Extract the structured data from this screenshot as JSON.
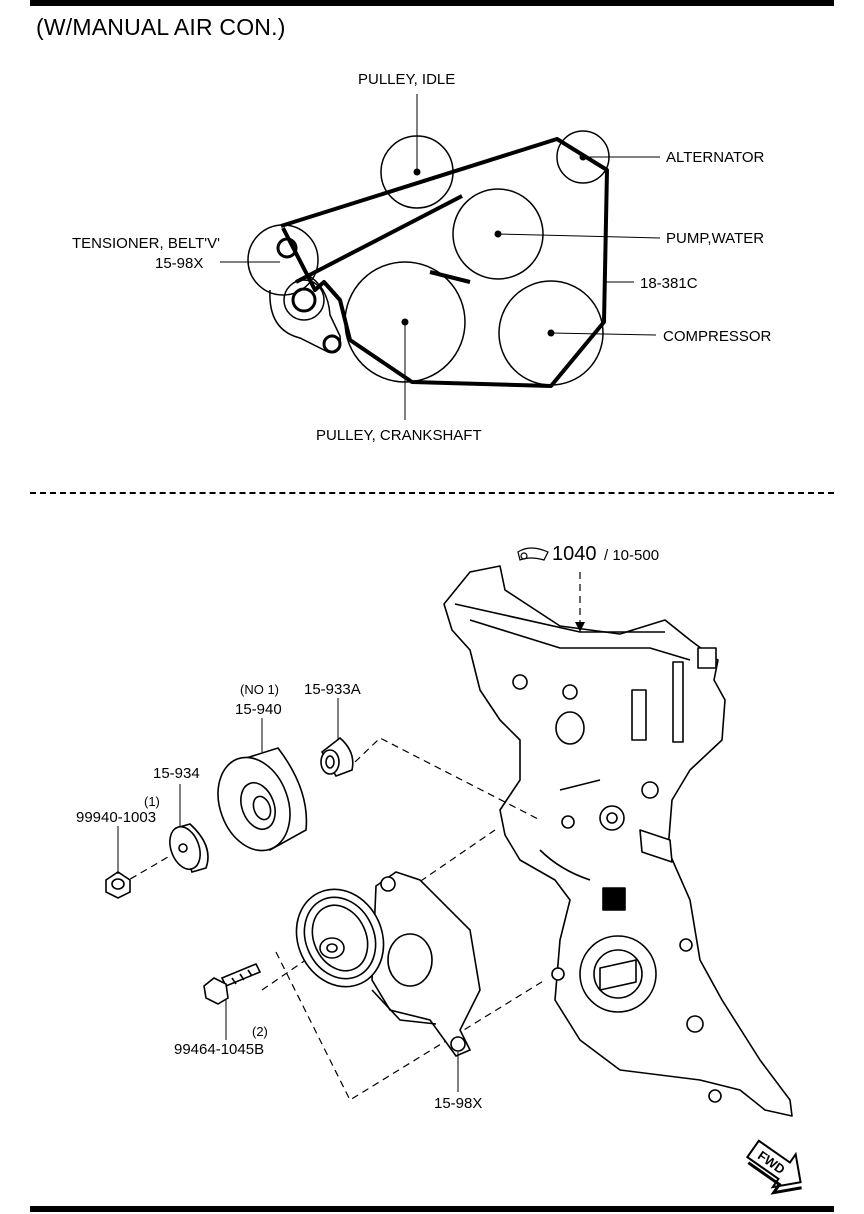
{
  "header": {
    "title": "(W/MANUAL AIR CON.)"
  },
  "belt_diagram": {
    "pulley_idle": "PULLEY, IDLE",
    "alternator": "ALTERNATOR",
    "tensioner": "TENSIONER, BELT'V'",
    "tensioner_part": "15-98X",
    "pump_water": "PUMP,WATER",
    "belt_part": "18-381C",
    "compressor": "COMPRESSOR",
    "pulley_crankshaft": "PULLEY, CRANKSHAFT"
  },
  "parts_diagram": {
    "cover_ref_num": "1040",
    "cover_ref_sub": "/ 10-500",
    "idler_note": "(NO 1)",
    "idler_part": "15-940",
    "spacer_part": "15-933A",
    "washer_part": "15-934",
    "nut_qty": "(1)",
    "nut_part": "99940-1003",
    "bolt_qty": "(2)",
    "bolt_part": "99464-1045B",
    "tensioner_part": "15-98X",
    "fwd_label": "FWD"
  }
}
